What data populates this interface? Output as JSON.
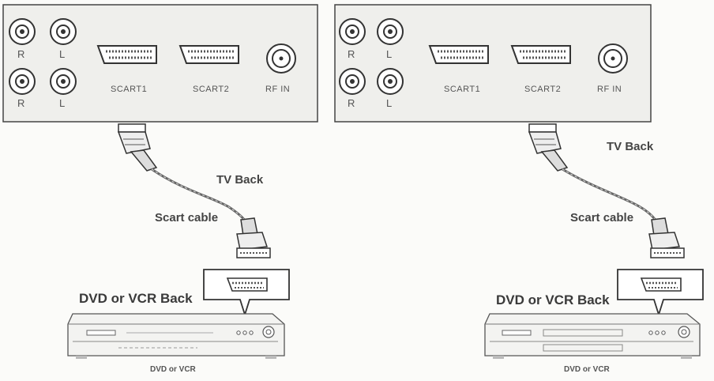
{
  "diagrams": [
    {
      "panel": {
        "jacks": [
          "R",
          "L",
          "R",
          "L"
        ],
        "ports": [
          "SCART1",
          "SCART2",
          "RF IN"
        ]
      },
      "labels": {
        "tv_back": "TV Back",
        "cable": "Scart cable",
        "device_back": "DVD or VCR Back",
        "device": "DVD or VCR"
      }
    },
    {
      "panel": {
        "jacks": [
          "R",
          "L",
          "R",
          "L"
        ],
        "ports": [
          "SCART1",
          "SCART2",
          "RF IN"
        ]
      },
      "labels": {
        "tv_back": "TV Back",
        "cable": "Scart cable",
        "device_back": "DVD or VCR Back",
        "device": "DVD or VCR"
      }
    }
  ]
}
